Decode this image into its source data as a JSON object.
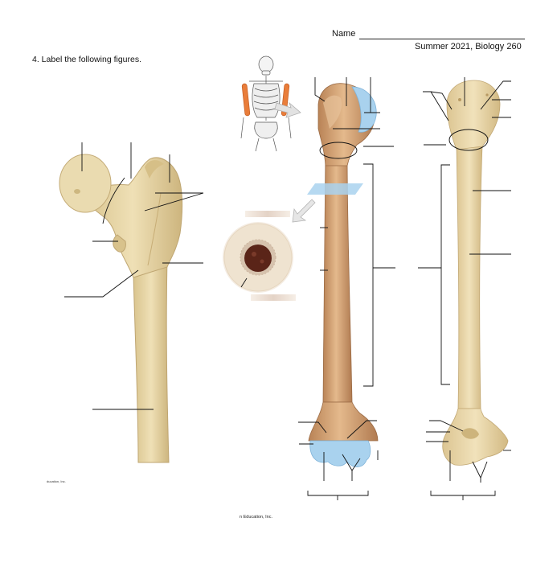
{
  "header": {
    "name_label": "Name",
    "course_term": "Summer 2021, Biology 260"
  },
  "instruction": "4. Label the following figures.",
  "credits": {
    "left": "ducation, Inc.",
    "bottom": "n Education, Inc."
  },
  "colors": {
    "bone": "#e6d4a4",
    "bone_dark": "#c9b077",
    "humerus": "#d9ab7c",
    "humerus_dark": "#b5815a",
    "cartilage": "#a9d2ee",
    "highlight": "#e97d3a",
    "marrow": "#5a2418",
    "leader_line": "#111111"
  }
}
